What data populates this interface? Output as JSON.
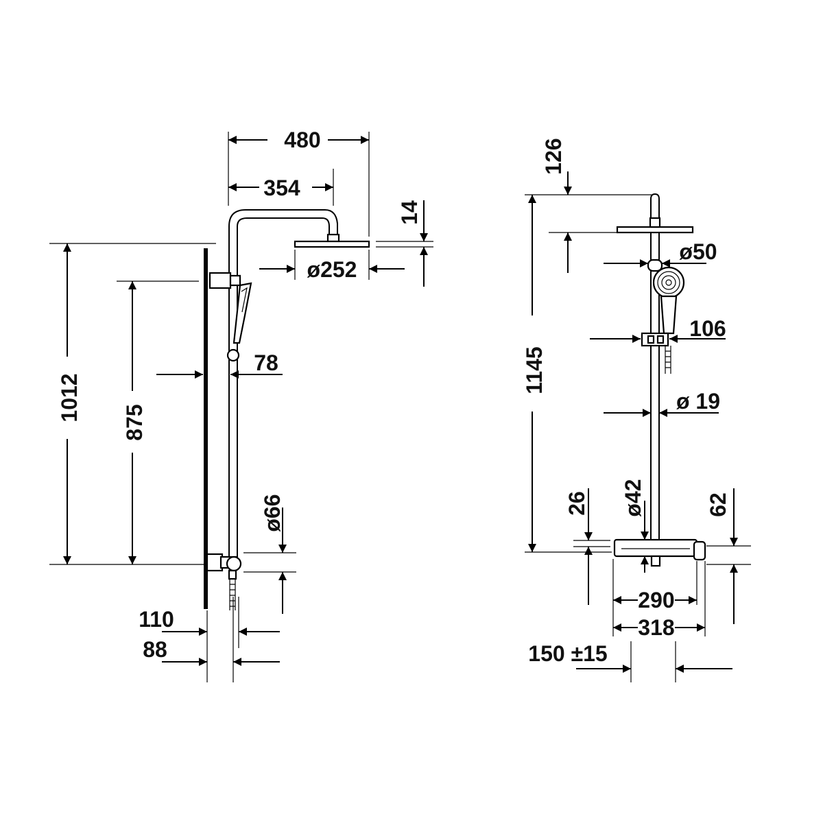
{
  "drawing": {
    "side_view": {
      "dim_480": "480",
      "dim_354": "354",
      "dim_14": "14",
      "dim_252": "ø252",
      "dim_1012": "1012",
      "dim_875": "875",
      "dim_78": "78",
      "dim_66": "ø66",
      "dim_110": "110",
      "dim_88": "88"
    },
    "front_view": {
      "dim_126": "126",
      "dim_50": "ø50",
      "dim_106": "106",
      "dim_1145": "1145",
      "dim_19": "ø 19",
      "dim_26": "26",
      "dim_42": "ø42",
      "dim_62": "62",
      "dim_290": "290",
      "dim_318": "318",
      "dim_150": "150 ±15"
    }
  }
}
